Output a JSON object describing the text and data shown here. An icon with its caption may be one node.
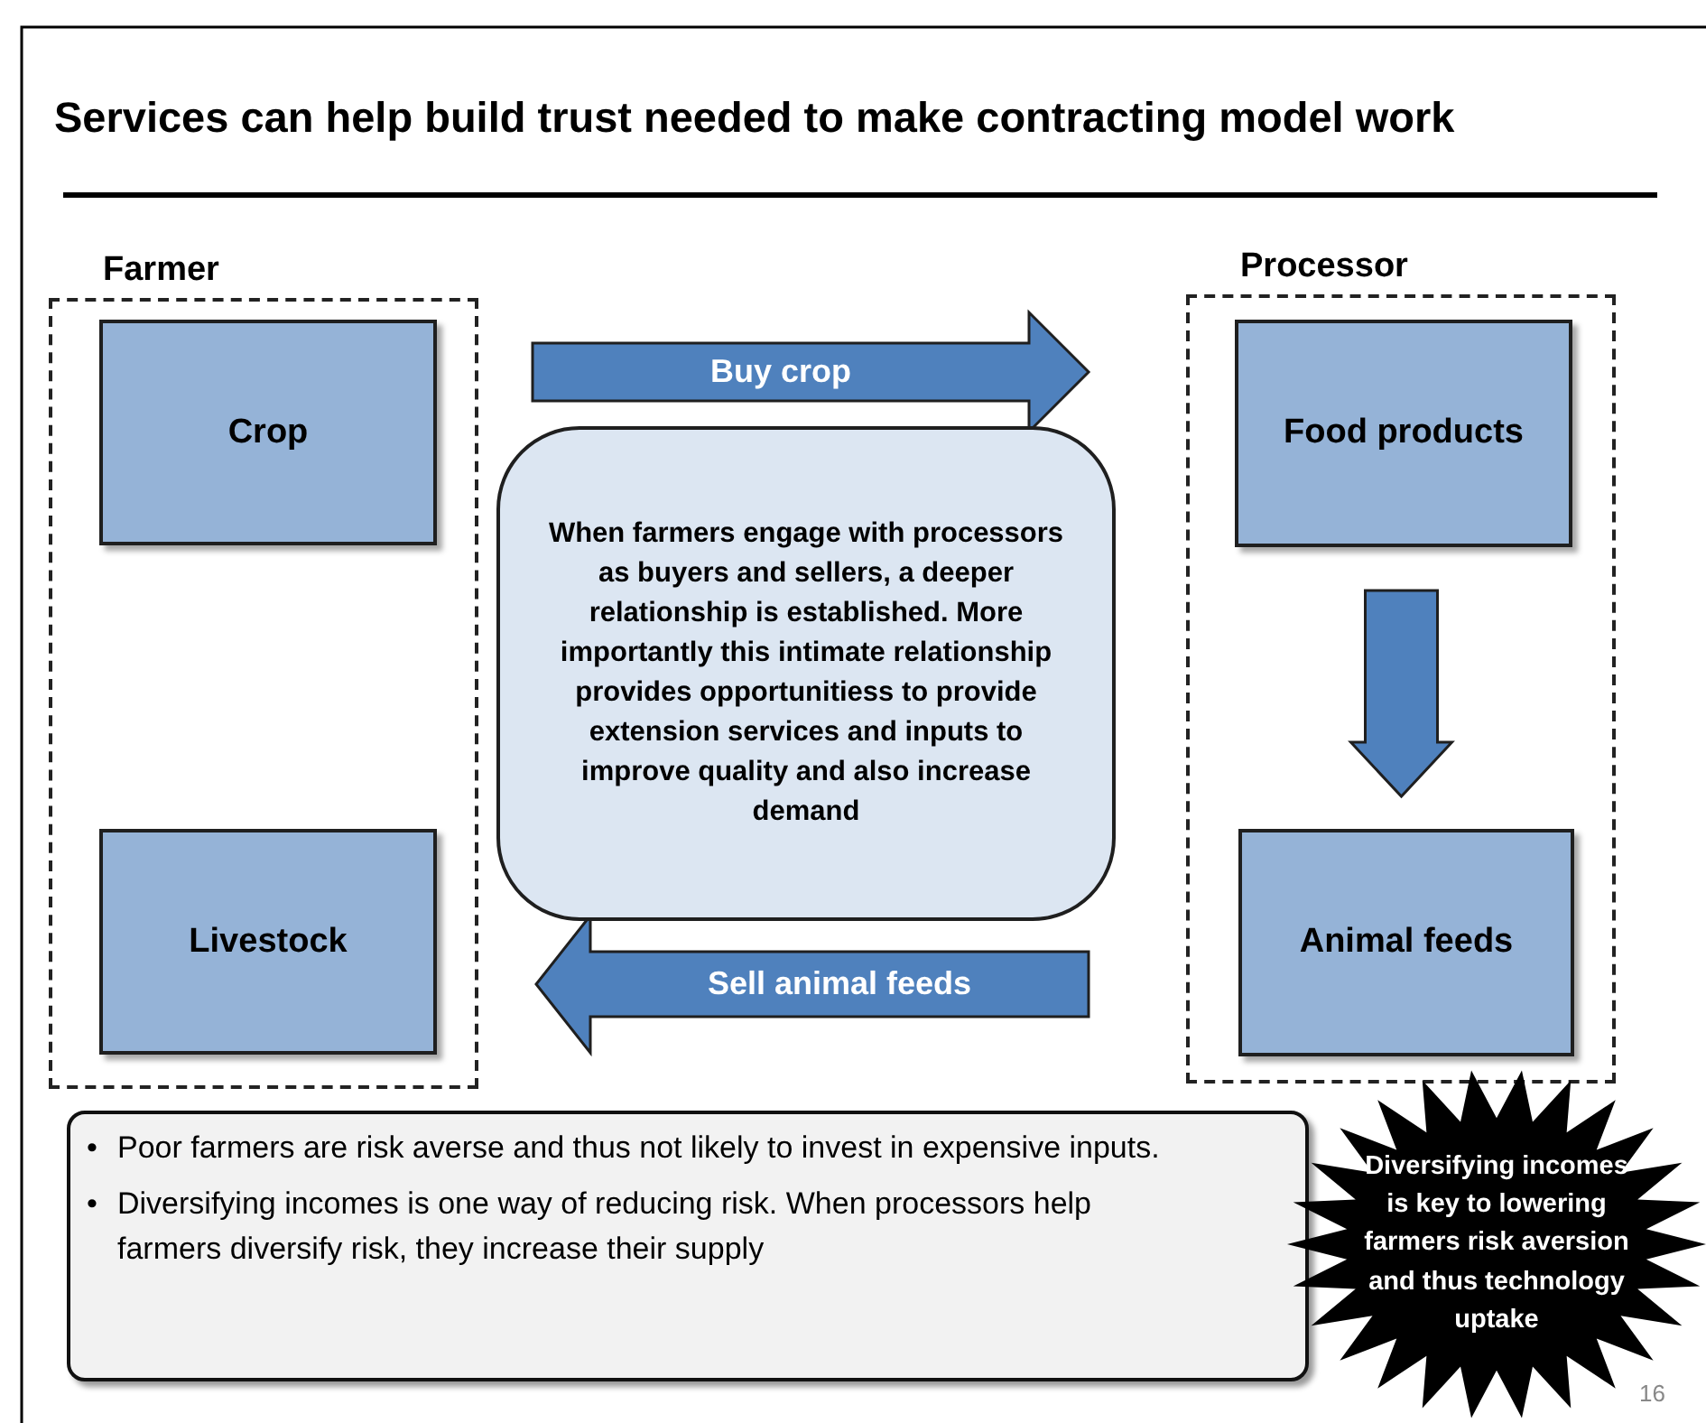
{
  "diagram": {
    "title": "Services can help build trust needed to make contracting model work",
    "nodes": [
      {
        "text": [
          "Farmer"
        ]
      },
      {
        "text": [
          "Crop"
        ],
        "in": 0
      },
      {
        "text": [
          "Livestock"
        ],
        "in": 0
      },
      {
        "text": [
          "Processor"
        ]
      },
      {
        "text": [
          "Food products"
        ],
        "in": 3
      },
      {
        "text": [
          "Animal feeds"
        ],
        "in": 3
      },
      {
        "text": [
          "When farmers engage with processors as buyers and sellers, a deeper relationship is established. More importantly this intimate relationship provides opportunitiess to provide extension services and inputs to improve quality and also increase demand"
        ]
      },
      {
        "text": [
          "Poor farmers are risk averse and thus not likely to invest in expensive inputs.",
          "Diversifying incomes is one way of reducing risk. When processors help farmers diversify risk, they increase their supply"
        ]
      },
      {
        "text": [
          "Diversifying incomes is key to lowering farmers risk aversion and thus technology uptake"
        ]
      }
    ],
    "edges": [
      {
        "from": 0,
        "to": 3,
        "arrow": "to",
        "label": "Buy crop"
      },
      {
        "from": 3,
        "to": 0,
        "arrow": "to",
        "label": "Sell animal feeds"
      },
      {
        "from": 4,
        "to": 5,
        "arrow": "to"
      }
    ],
    "labels": [
      "•",
      "•",
      "16"
    ]
  }
}
